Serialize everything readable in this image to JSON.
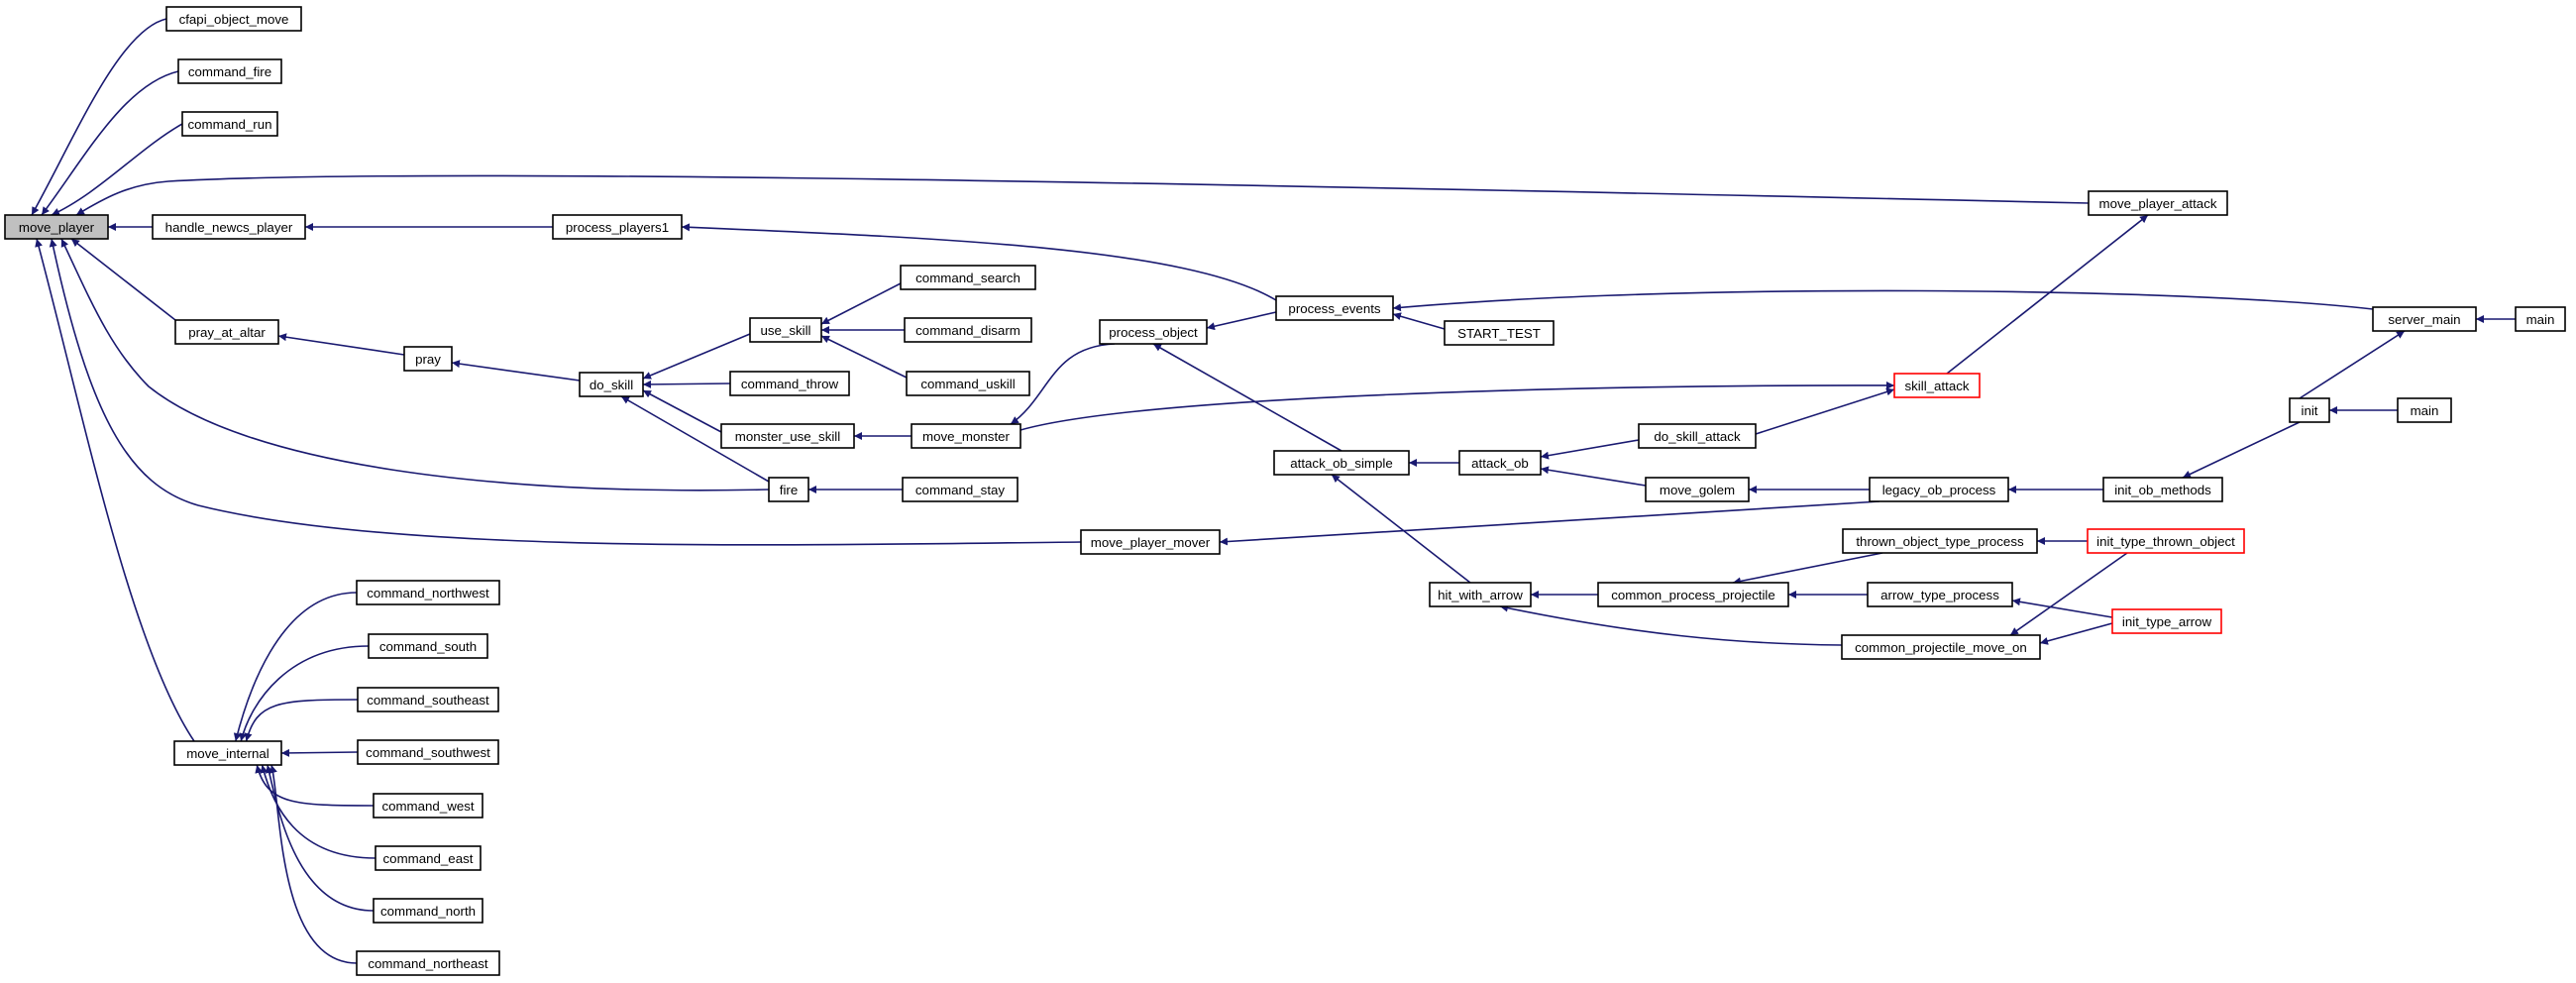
{
  "colors": {
    "edge": "#191970",
    "border": "#000000",
    "truncated_border": "#ff0000",
    "current_fill": "#c0c0c0",
    "background": "#ffffff"
  },
  "nodes": {
    "move_player": {
      "label": "move_player",
      "current": true
    },
    "cfapi_object_move": {
      "label": "cfapi_object_move"
    },
    "command_fire": {
      "label": "command_fire"
    },
    "command_run": {
      "label": "command_run"
    },
    "handle_newcs_player": {
      "label": "handle_newcs_player"
    },
    "pray_at_altar": {
      "label": "pray_at_altar"
    },
    "pray": {
      "label": "pray"
    },
    "do_skill": {
      "label": "do_skill"
    },
    "use_skill": {
      "label": "use_skill"
    },
    "command_search": {
      "label": "command_search"
    },
    "command_disarm": {
      "label": "command_disarm"
    },
    "command_uskill": {
      "label": "command_uskill"
    },
    "command_throw": {
      "label": "command_throw"
    },
    "monster_use_skill": {
      "label": "monster_use_skill"
    },
    "move_monster": {
      "label": "move_monster"
    },
    "fire": {
      "label": "fire"
    },
    "command_stay": {
      "label": "command_stay"
    },
    "process_players1": {
      "label": "process_players1"
    },
    "process_object": {
      "label": "process_object"
    },
    "process_events": {
      "label": "process_events"
    },
    "START_TEST": {
      "label": "START_TEST"
    },
    "move_player_attack": {
      "label": "move_player_attack"
    },
    "server_main": {
      "label": "server_main"
    },
    "main_1": {
      "label": "main"
    },
    "skill_attack": {
      "label": "skill_attack",
      "truncated": true
    },
    "attack_ob_simple": {
      "label": "attack_ob_simple"
    },
    "attack_ob": {
      "label": "attack_ob"
    },
    "do_skill_attack": {
      "label": "do_skill_attack"
    },
    "move_golem": {
      "label": "move_golem"
    },
    "legacy_ob_process": {
      "label": "legacy_ob_process"
    },
    "init_ob_methods": {
      "label": "init_ob_methods"
    },
    "init": {
      "label": "init"
    },
    "main_2": {
      "label": "main"
    },
    "move_player_mover": {
      "label": "move_player_mover"
    },
    "hit_with_arrow": {
      "label": "hit_with_arrow"
    },
    "common_process_projectile": {
      "label": "common_process_projectile"
    },
    "thrown_object_type_process": {
      "label": "thrown_object_type_process"
    },
    "init_type_thrown_object": {
      "label": "init_type_thrown_object",
      "truncated": true
    },
    "arrow_type_process": {
      "label": "arrow_type_process"
    },
    "common_projectile_move_on": {
      "label": "common_projectile_move_on"
    },
    "init_type_arrow": {
      "label": "init_type_arrow",
      "truncated": true
    },
    "move_internal": {
      "label": "move_internal"
    },
    "command_northwest": {
      "label": "command_northwest"
    },
    "command_south": {
      "label": "command_south"
    },
    "command_southeast": {
      "label": "command_southeast"
    },
    "command_southwest": {
      "label": "command_southwest"
    },
    "command_west": {
      "label": "command_west"
    },
    "command_east": {
      "label": "command_east"
    },
    "command_north": {
      "label": "command_north"
    },
    "command_northeast": {
      "label": "command_northeast"
    }
  },
  "edges": [
    {
      "from": "cfapi_object_move",
      "to": "move_player"
    },
    {
      "from": "command_fire",
      "to": "move_player"
    },
    {
      "from": "command_run",
      "to": "move_player"
    },
    {
      "from": "move_player_attack",
      "to": "move_player"
    },
    {
      "from": "handle_newcs_player",
      "to": "move_player"
    },
    {
      "from": "pray_at_altar",
      "to": "move_player"
    },
    {
      "from": "fire",
      "to": "move_player"
    },
    {
      "from": "move_player_mover",
      "to": "move_player"
    },
    {
      "from": "move_internal",
      "to": "move_player"
    },
    {
      "from": "process_players1",
      "to": "handle_newcs_player"
    },
    {
      "from": "process_events",
      "to": "process_players1"
    },
    {
      "from": "server_main",
      "to": "process_events"
    },
    {
      "from": "START_TEST",
      "to": "process_events"
    },
    {
      "from": "main_1",
      "to": "server_main"
    },
    {
      "from": "init",
      "to": "server_main"
    },
    {
      "from": "main_2",
      "to": "init"
    },
    {
      "from": "skill_attack",
      "to": "move_player_attack"
    },
    {
      "from": "do_skill_attack",
      "to": "skill_attack"
    },
    {
      "from": "move_monster",
      "to": "skill_attack"
    },
    {
      "from": "pray",
      "to": "pray_at_altar"
    },
    {
      "from": "do_skill",
      "to": "pray"
    },
    {
      "from": "use_skill",
      "to": "do_skill"
    },
    {
      "from": "command_throw",
      "to": "do_skill"
    },
    {
      "from": "monster_use_skill",
      "to": "do_skill"
    },
    {
      "from": "fire",
      "to": "do_skill"
    },
    {
      "from": "command_search",
      "to": "use_skill"
    },
    {
      "from": "command_disarm",
      "to": "use_skill"
    },
    {
      "from": "command_uskill",
      "to": "use_skill"
    },
    {
      "from": "move_monster",
      "to": "monster_use_skill"
    },
    {
      "from": "process_object",
      "to": "move_monster"
    },
    {
      "from": "process_events",
      "to": "process_object"
    },
    {
      "from": "command_stay",
      "to": "fire"
    },
    {
      "from": "attack_ob_simple",
      "to": "process_object"
    },
    {
      "from": "attack_ob",
      "to": "attack_ob_simple"
    },
    {
      "from": "hit_with_arrow",
      "to": "attack_ob_simple"
    },
    {
      "from": "do_skill_attack",
      "to": "attack_ob"
    },
    {
      "from": "move_golem",
      "to": "attack_ob"
    },
    {
      "from": "legacy_ob_process",
      "to": "move_golem"
    },
    {
      "from": "legacy_ob_process",
      "to": "move_player_mover"
    },
    {
      "from": "init_ob_methods",
      "to": "legacy_ob_process"
    },
    {
      "from": "init",
      "to": "init_ob_methods"
    },
    {
      "from": "common_process_projectile",
      "to": "hit_with_arrow"
    },
    {
      "from": "common_projectile_move_on",
      "to": "hit_with_arrow"
    },
    {
      "from": "thrown_object_type_process",
      "to": "common_process_projectile"
    },
    {
      "from": "arrow_type_process",
      "to": "common_process_projectile"
    },
    {
      "from": "init_type_thrown_object",
      "to": "thrown_object_type_process"
    },
    {
      "from": "init_type_arrow",
      "to": "arrow_type_process"
    },
    {
      "from": "init_type_thrown_object",
      "to": "common_projectile_move_on"
    },
    {
      "from": "init_type_arrow",
      "to": "common_projectile_move_on"
    },
    {
      "from": "command_northwest",
      "to": "move_internal"
    },
    {
      "from": "command_south",
      "to": "move_internal"
    },
    {
      "from": "command_southeast",
      "to": "move_internal"
    },
    {
      "from": "command_southwest",
      "to": "move_internal"
    },
    {
      "from": "command_west",
      "to": "move_internal"
    },
    {
      "from": "command_east",
      "to": "move_internal"
    },
    {
      "from": "command_north",
      "to": "move_internal"
    },
    {
      "from": "command_northeast",
      "to": "move_internal"
    }
  ]
}
